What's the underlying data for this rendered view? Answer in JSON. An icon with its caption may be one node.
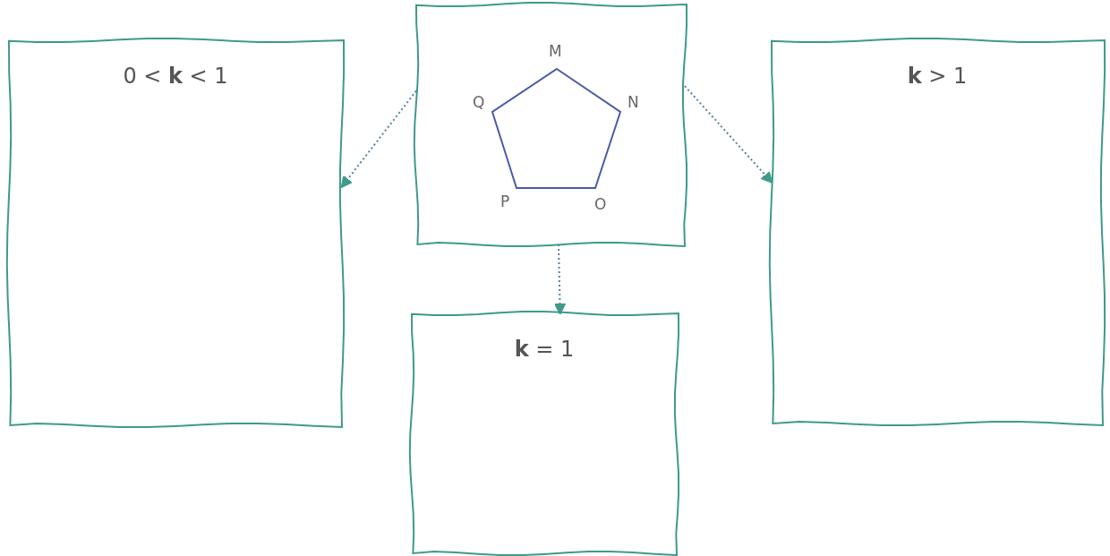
{
  "diagram": {
    "nodes": [
      {
        "text": [
          "0 < **k** < 1"
        ]
      },
      {
        "text": [],
        "shape": "box"
      },
      {
        "text": [
          "**k** > 1"
        ]
      },
      {
        "text": [
          "**k** = 1"
        ]
      }
    ],
    "edges": [
      {
        "from": 1,
        "to": 0,
        "arrow": "to",
        "style": "dashed"
      },
      {
        "from": 1,
        "to": 2,
        "arrow": "to",
        "style": "dashed"
      },
      {
        "from": 1,
        "to": 3,
        "arrow": "to",
        "style": "dashed"
      }
    ],
    "labels": [
      "M",
      "Q",
      "N",
      "P",
      "O"
    ]
  }
}
